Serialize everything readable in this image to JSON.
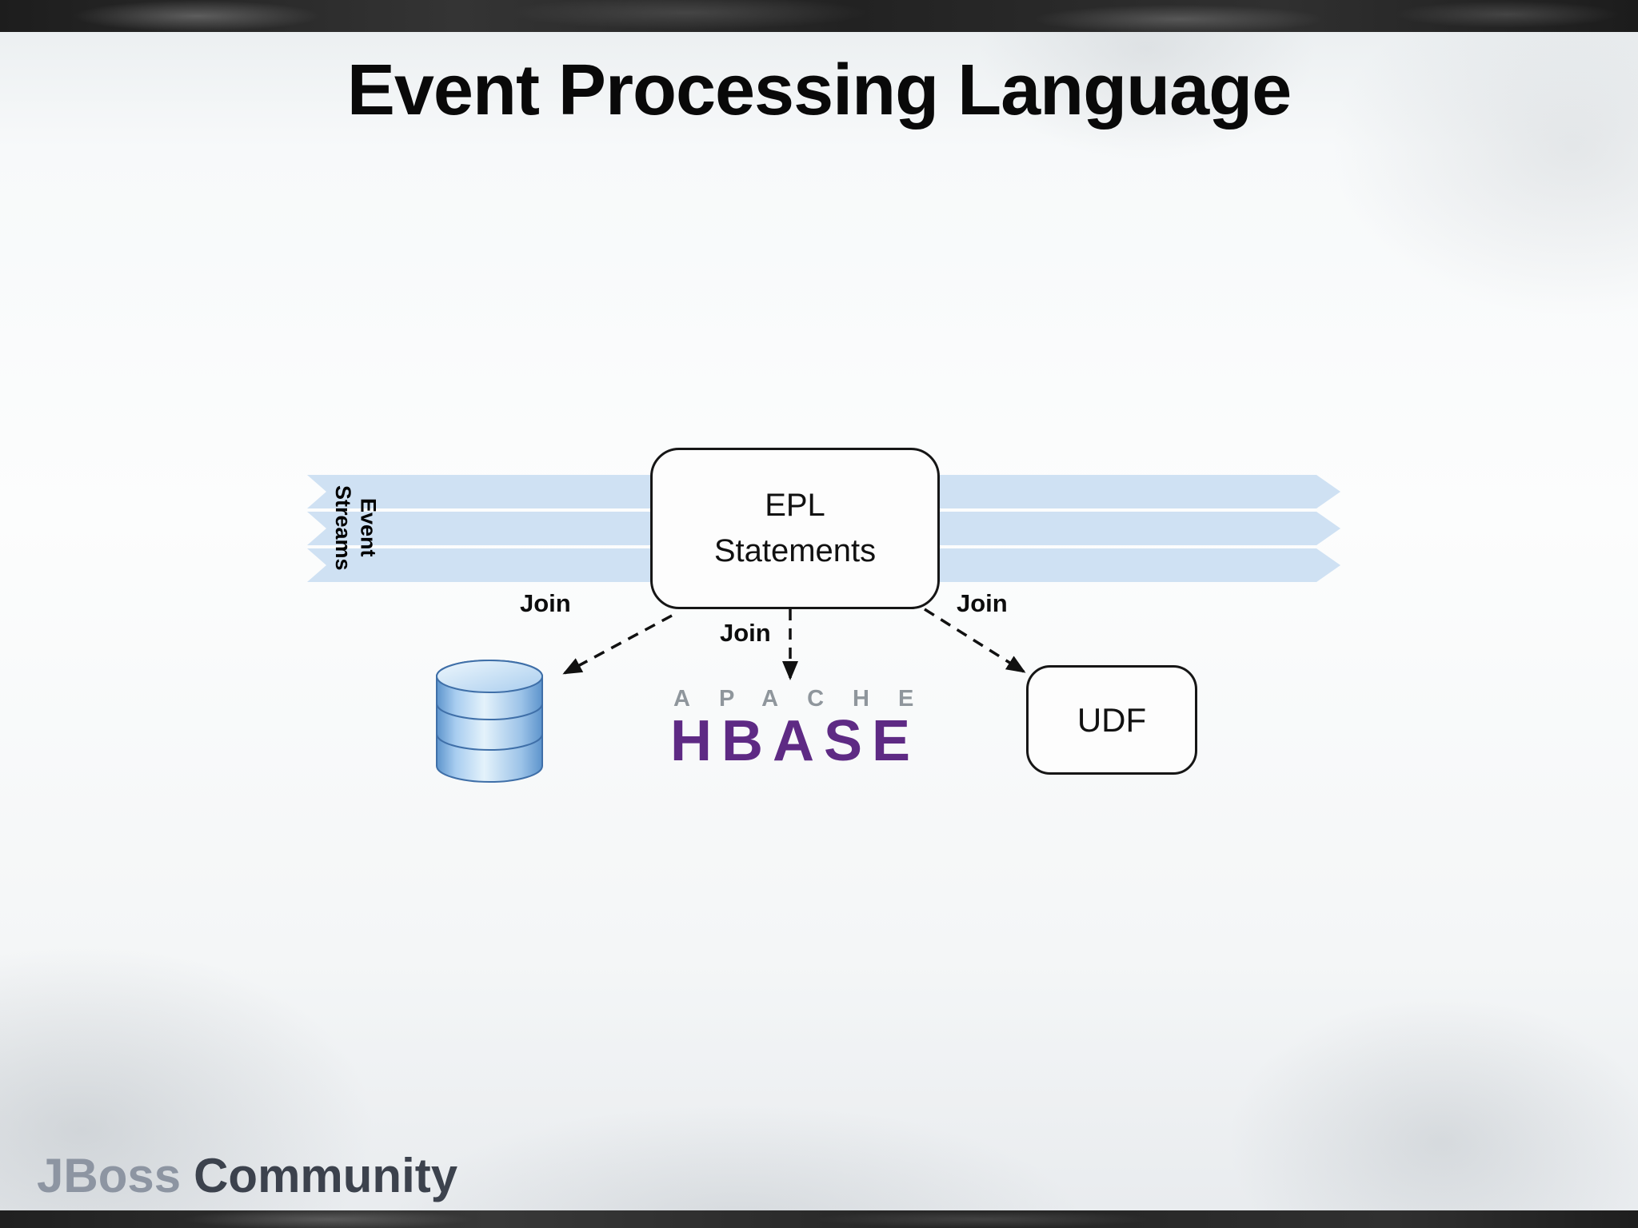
{
  "slide": {
    "title": "Event Processing Language",
    "footer": {
      "brand": "JBoss",
      "brand_suffix": "Community"
    }
  },
  "diagram": {
    "event_streams": {
      "label_line1": "Event",
      "label_line2": "Streams",
      "stream_count": 3
    },
    "epl_box": {
      "line1": "EPL",
      "line2": "Statements"
    },
    "joins": {
      "left": "Join",
      "center": "Join",
      "right": "Join"
    },
    "targets": {
      "database_icon": "database-cylinder",
      "hbase_logo_top": "APACHE",
      "hbase_logo_bottom": "HBASE",
      "udf_label": "UDF"
    },
    "colors": {
      "stream_fill": "#cfe1f3",
      "apache_gray": "#8f969c",
      "hbase_purple": "#5e2a84",
      "cylinder_blue": "#9cc3e8",
      "box_border": "#161616"
    }
  }
}
